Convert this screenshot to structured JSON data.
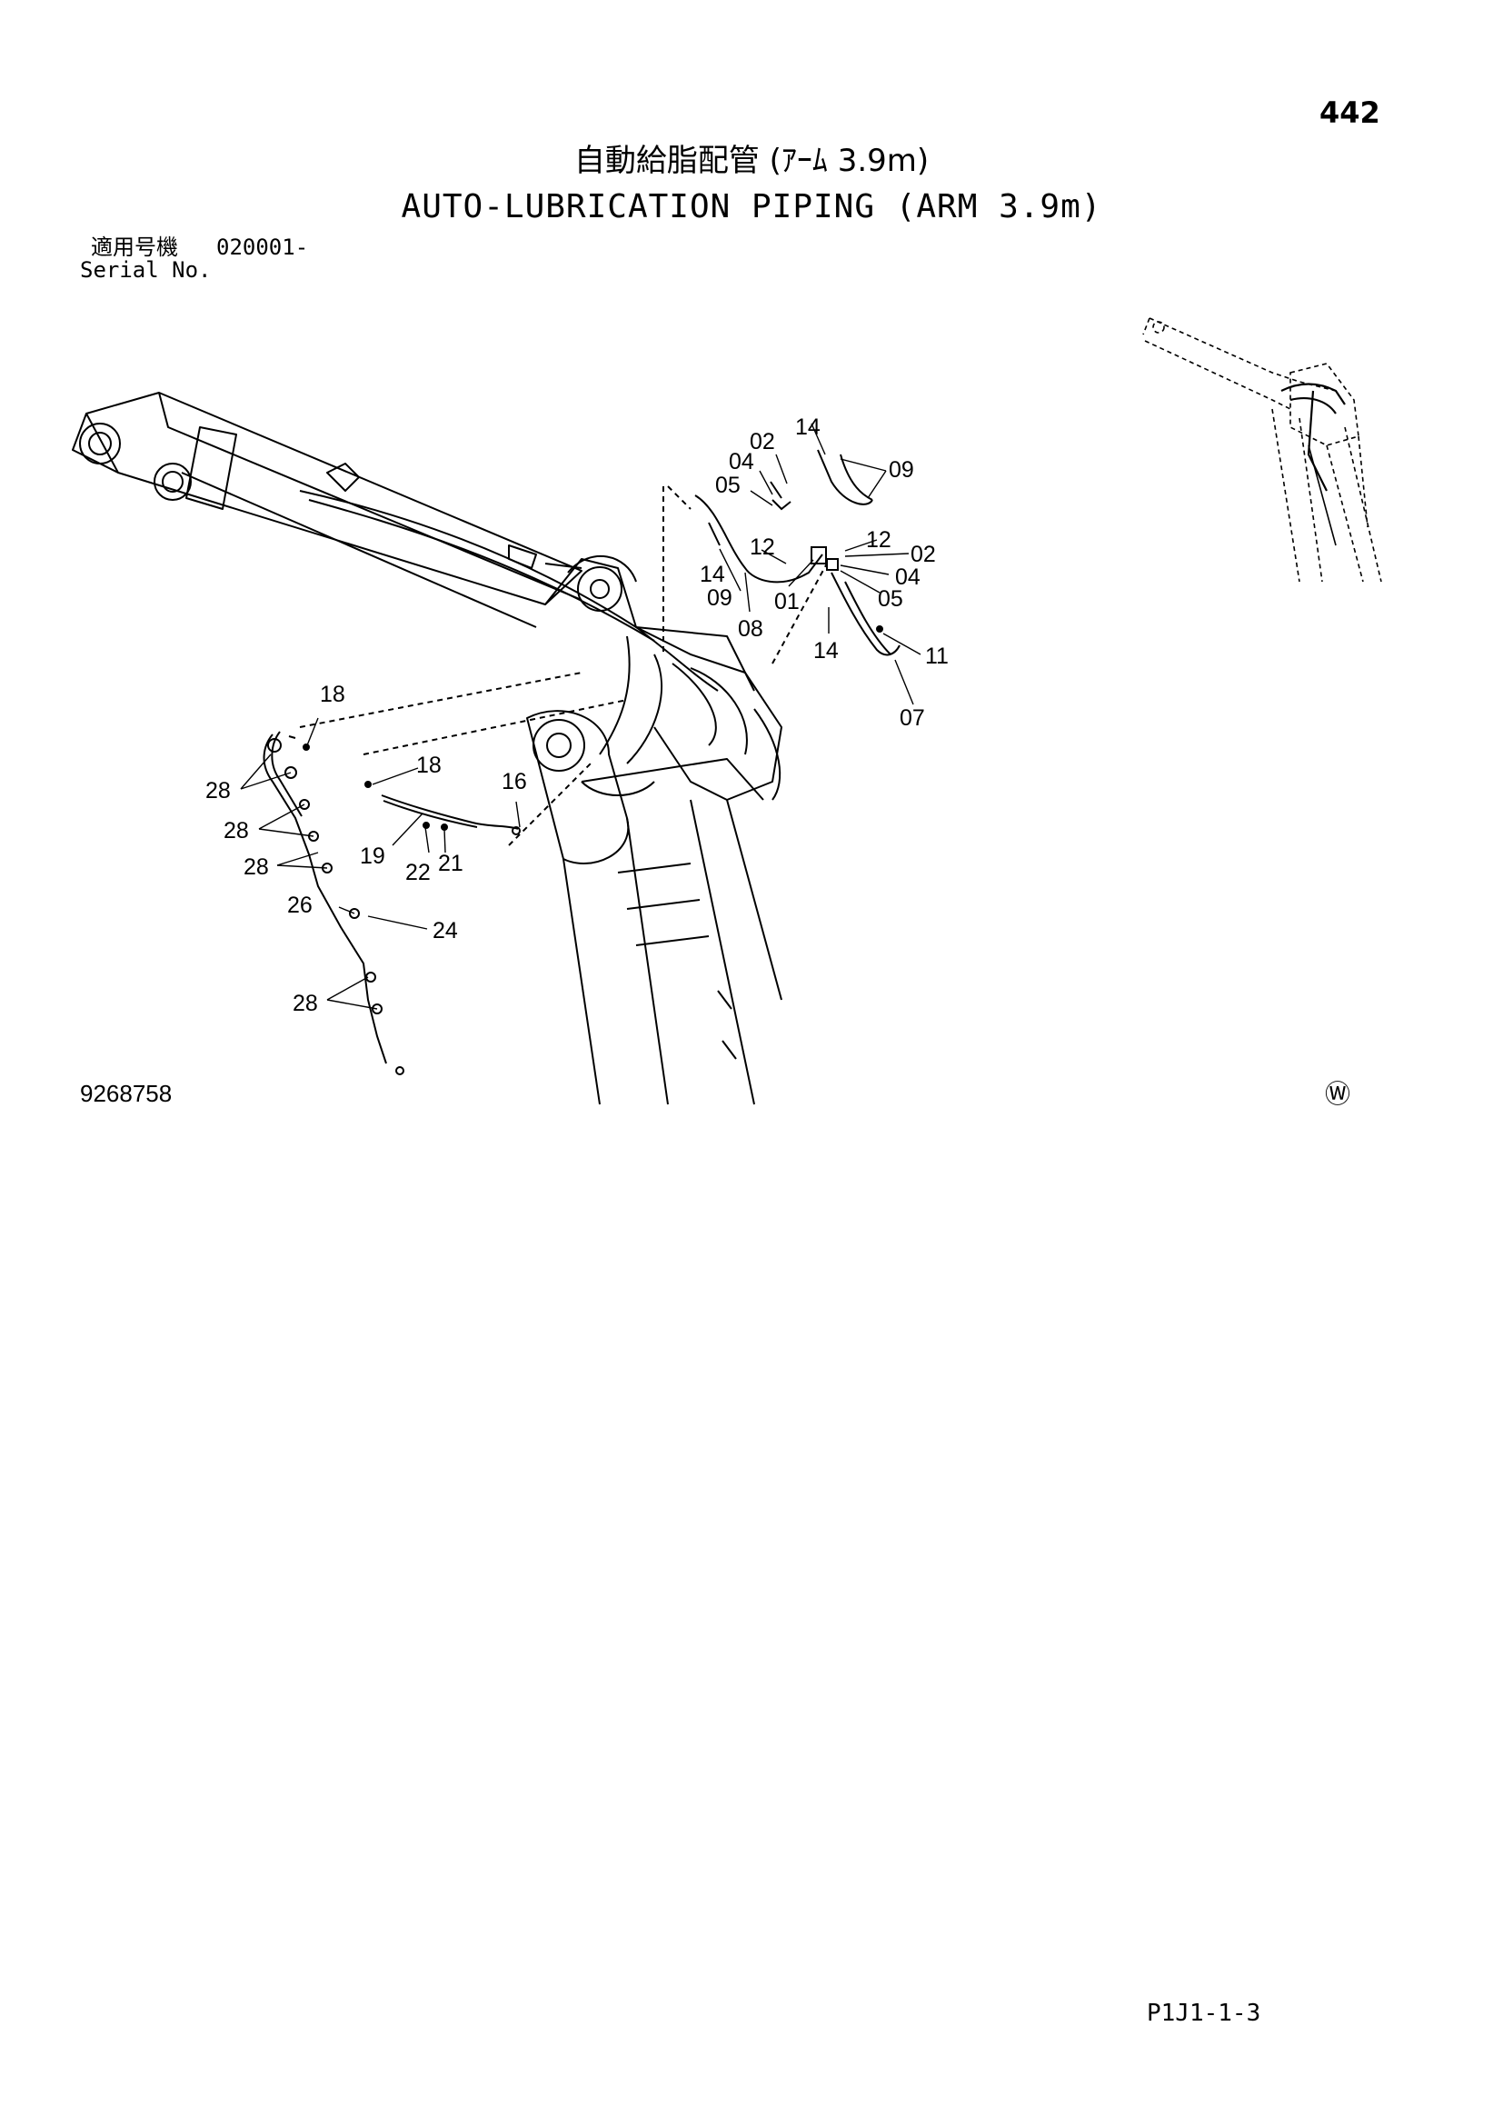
{
  "header": {
    "page_number": "442",
    "title_ja": "自動給脂配管 (ｱｰﾑ 3.9m)",
    "title_en": "AUTO-LUBRICATION PIPING (ARM 3.9m)"
  },
  "serial": {
    "label_ja": "適用号機",
    "value": "020001-",
    "label_en": "Serial No."
  },
  "part_labels": [
    "02",
    "14",
    "04",
    "09",
    "05",
    "12",
    "02",
    "14",
    "12",
    "04",
    "09",
    "01",
    "05",
    "08",
    "14",
    "11",
    "07",
    "18",
    "18",
    "16",
    "28",
    "28",
    "28",
    "19",
    "22",
    "21",
    "26",
    "24",
    "28"
  ],
  "footer": {
    "drawing_number": "9268758",
    "watermark_symbol": "Ⓦ",
    "page_code": "P1J1-1-3"
  }
}
